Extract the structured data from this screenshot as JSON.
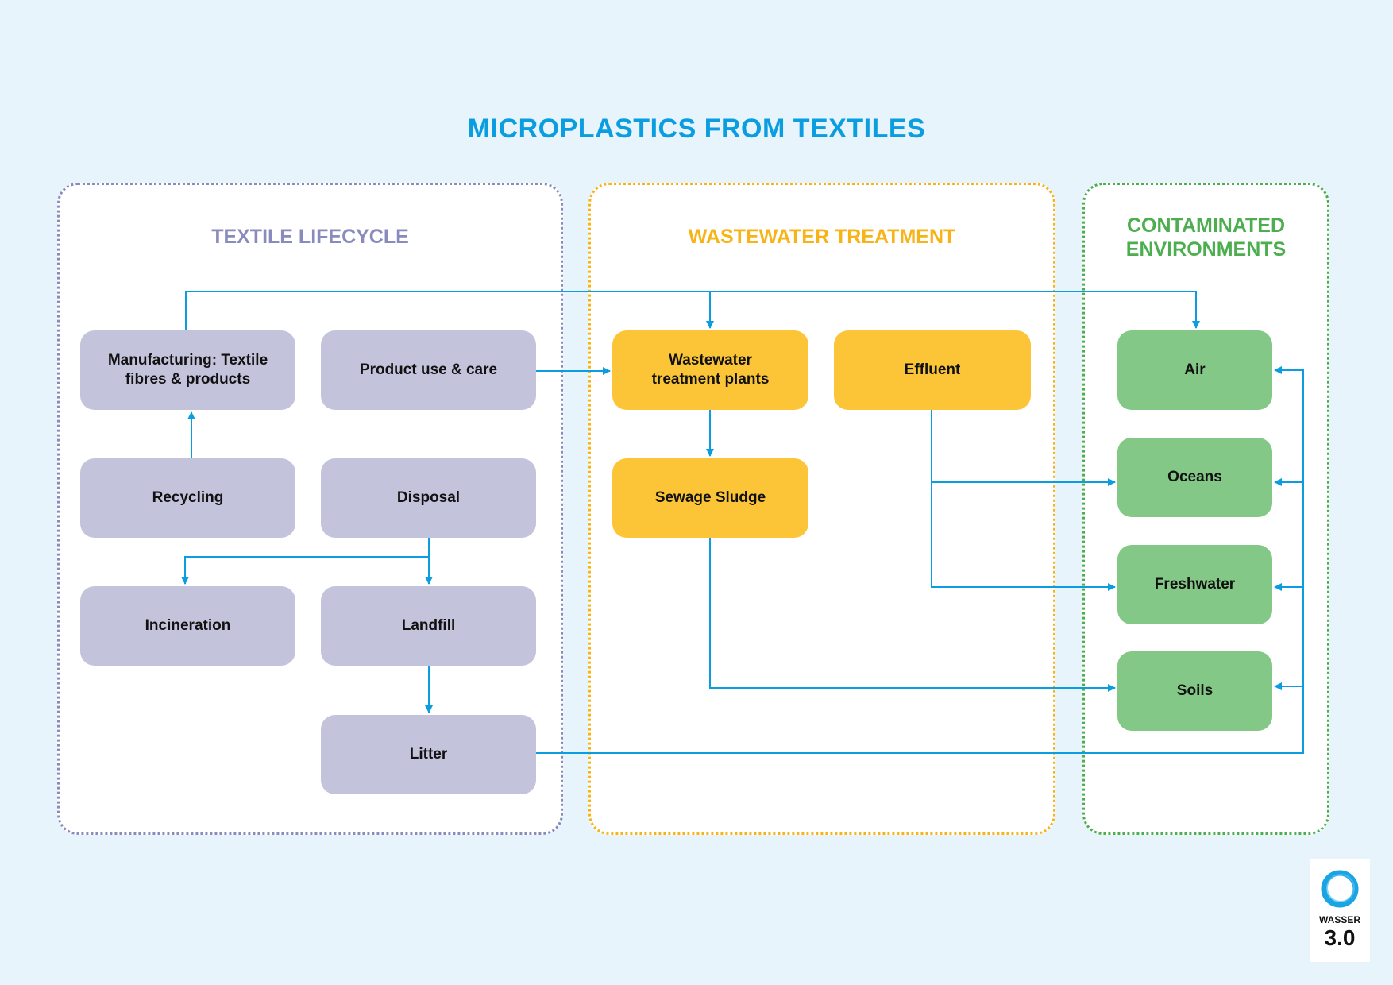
{
  "title": "MICROPLASTICS FROM TEXTILES",
  "colors": {
    "background": "#e7f4fc",
    "arrow": "#0a9ee0",
    "lifecycle": "#8a8bbd",
    "wastewater": "#f8b416",
    "environments": "#4cae4f"
  },
  "panels": {
    "lifecycle": {
      "title": "TEXTILE LIFECYCLE"
    },
    "wastewater": {
      "title": "WASTEWATER TREATMENT"
    },
    "environments": {
      "title_line1": "CONTAMINATED",
      "title_line2": "ENVIRONMENTS"
    }
  },
  "nodes": {
    "manufacturing": {
      "line1": "Manufacturing: Textile",
      "line2": "fibres & products"
    },
    "product_use": "Product use & care",
    "recycling": "Recycling",
    "disposal": "Disposal",
    "incineration": "Incineration",
    "landfill": "Landfill",
    "litter": "Litter",
    "wwtp": {
      "line1": "Wastewater",
      "line2": "treatment plants"
    },
    "effluent": "Effluent",
    "sludge": "Sewage Sludge",
    "air": "Air",
    "oceans": "Oceans",
    "freshwater": "Freshwater",
    "soils": "Soils"
  },
  "edges": [
    {
      "from": "Manufacturing: Textile fibres & products",
      "to": "Wastewater treatment plants"
    },
    {
      "from": "Manufacturing: Textile fibres & products",
      "to": "Air"
    },
    {
      "from": "Product use & care",
      "to": "Wastewater treatment plants"
    },
    {
      "from": "Recycling",
      "to": "Manufacturing: Textile fibres & products"
    },
    {
      "from": "Disposal",
      "to": "Incineration"
    },
    {
      "from": "Disposal",
      "to": "Landfill"
    },
    {
      "from": "Landfill",
      "to": "Litter"
    },
    {
      "from": "Wastewater treatment plants",
      "to": "Sewage Sludge"
    },
    {
      "from": "Effluent",
      "to": "Oceans"
    },
    {
      "from": "Effluent",
      "to": "Freshwater"
    },
    {
      "from": "Sewage Sludge",
      "to": "Soils"
    },
    {
      "from": "Litter",
      "to": "Air"
    },
    {
      "from": "Litter",
      "to": "Oceans"
    },
    {
      "from": "Litter",
      "to": "Freshwater"
    },
    {
      "from": "Litter",
      "to": "Soils"
    }
  ],
  "logo": {
    "word": "WASSER",
    "version": "3.0"
  }
}
